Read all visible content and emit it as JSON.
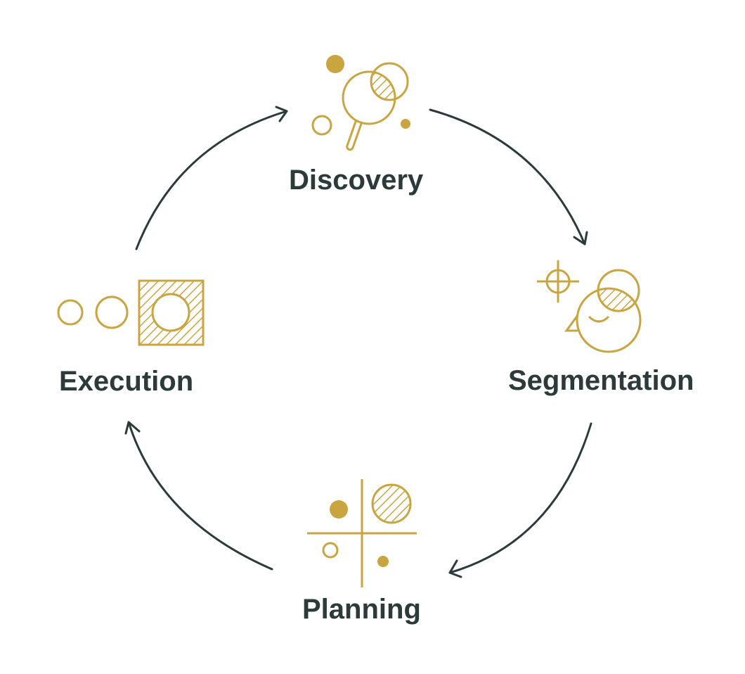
{
  "colors": {
    "accent": "#c9a43f",
    "arrow": "#2c3a3a",
    "text": "#2c3a3a",
    "background": "#ffffff"
  },
  "stages": [
    {
      "id": "discovery",
      "label": "Discovery",
      "icon": "magnifier-venn-icon"
    },
    {
      "id": "segmentation",
      "label": "Segmentation",
      "icon": "crosshair-persona-icon"
    },
    {
      "id": "planning",
      "label": "Planning",
      "icon": "quadrant-grid-icon"
    },
    {
      "id": "execution",
      "label": "Execution",
      "icon": "circles-square-icon"
    }
  ],
  "flow": [
    "discovery",
    "segmentation",
    "planning",
    "execution",
    "discovery"
  ],
  "layout_notes": "clockwise cycle"
}
